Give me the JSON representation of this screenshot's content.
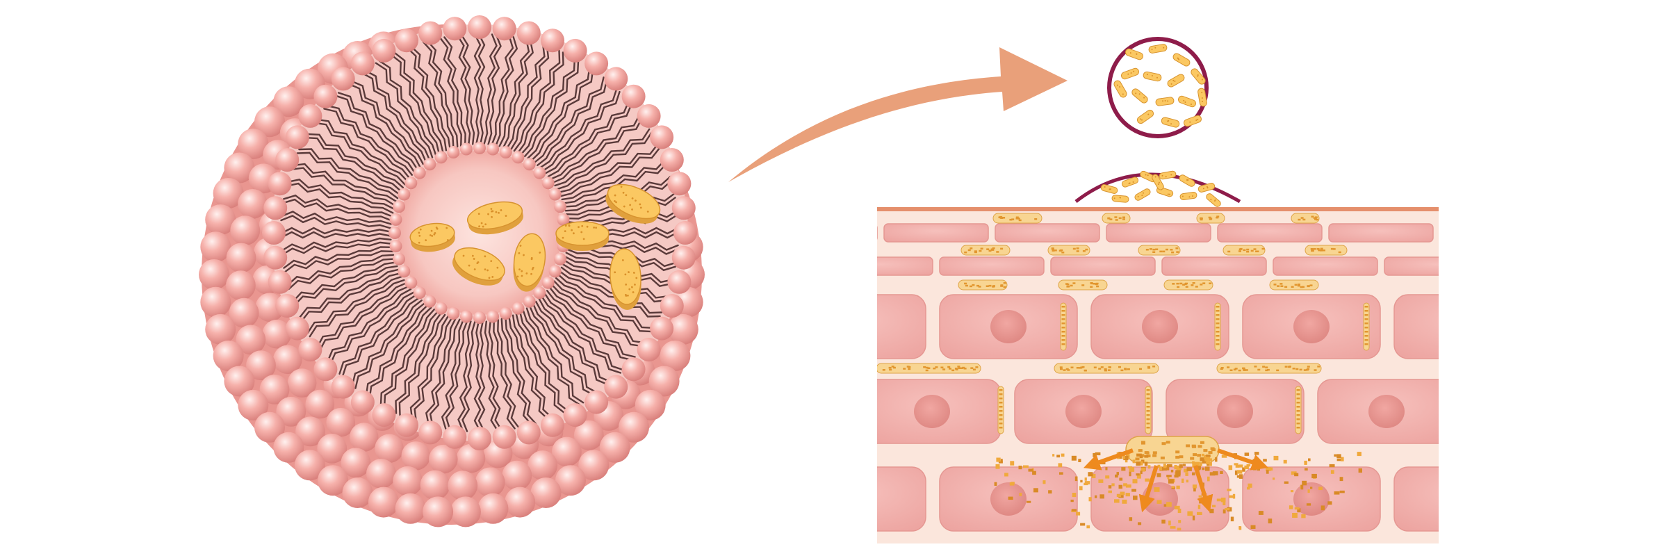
{
  "figure": {
    "panels": [
      "liposome-cross-section",
      "delivery-arrow",
      "magnified-particles",
      "skin-tissue-layers"
    ],
    "colors": {
      "background": "#ffffff",
      "lipid_head": "#f4a6a0",
      "lipid_head_highlight": "#ffe8e6",
      "lipid_tail": "#5a3a3a",
      "cargo_fill": "#f5b54c",
      "cargo_top": "#fbc862",
      "cargo_speckle": "#d9902a",
      "arrow": "#e9a07a",
      "magnifier_ring": "#8e1c4a",
      "cell": "#f2b3b0",
      "cell_nucleus": "#e89490",
      "tissue_matrix": "#fbe6dc",
      "release_arrow": "#ee8a1e"
    },
    "icons": [
      "liposome-icon",
      "curved-arrow-icon",
      "magnifier-icon",
      "cell-icon",
      "release-arrow-icon"
    ]
  }
}
